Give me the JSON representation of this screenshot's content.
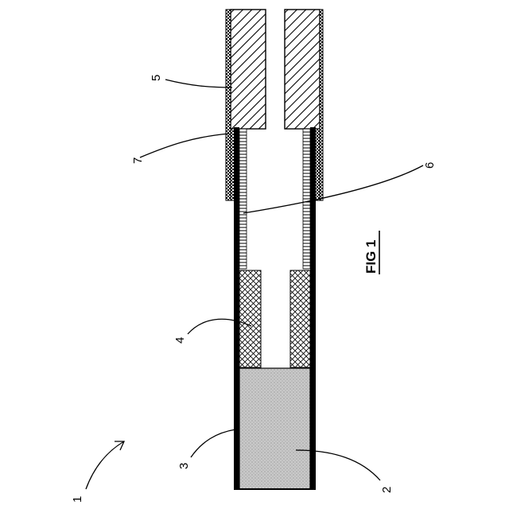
{
  "figure": {
    "label": "FIG 1"
  },
  "callouts": [
    {
      "id": "c1",
      "text": "1"
    },
    {
      "id": "c2",
      "text": "2"
    },
    {
      "id": "c3",
      "text": "3"
    },
    {
      "id": "c4",
      "text": "4"
    },
    {
      "id": "c5",
      "text": "5"
    },
    {
      "id": "c6",
      "text": "6"
    },
    {
      "id": "c7",
      "text": "7"
    }
  ]
}
